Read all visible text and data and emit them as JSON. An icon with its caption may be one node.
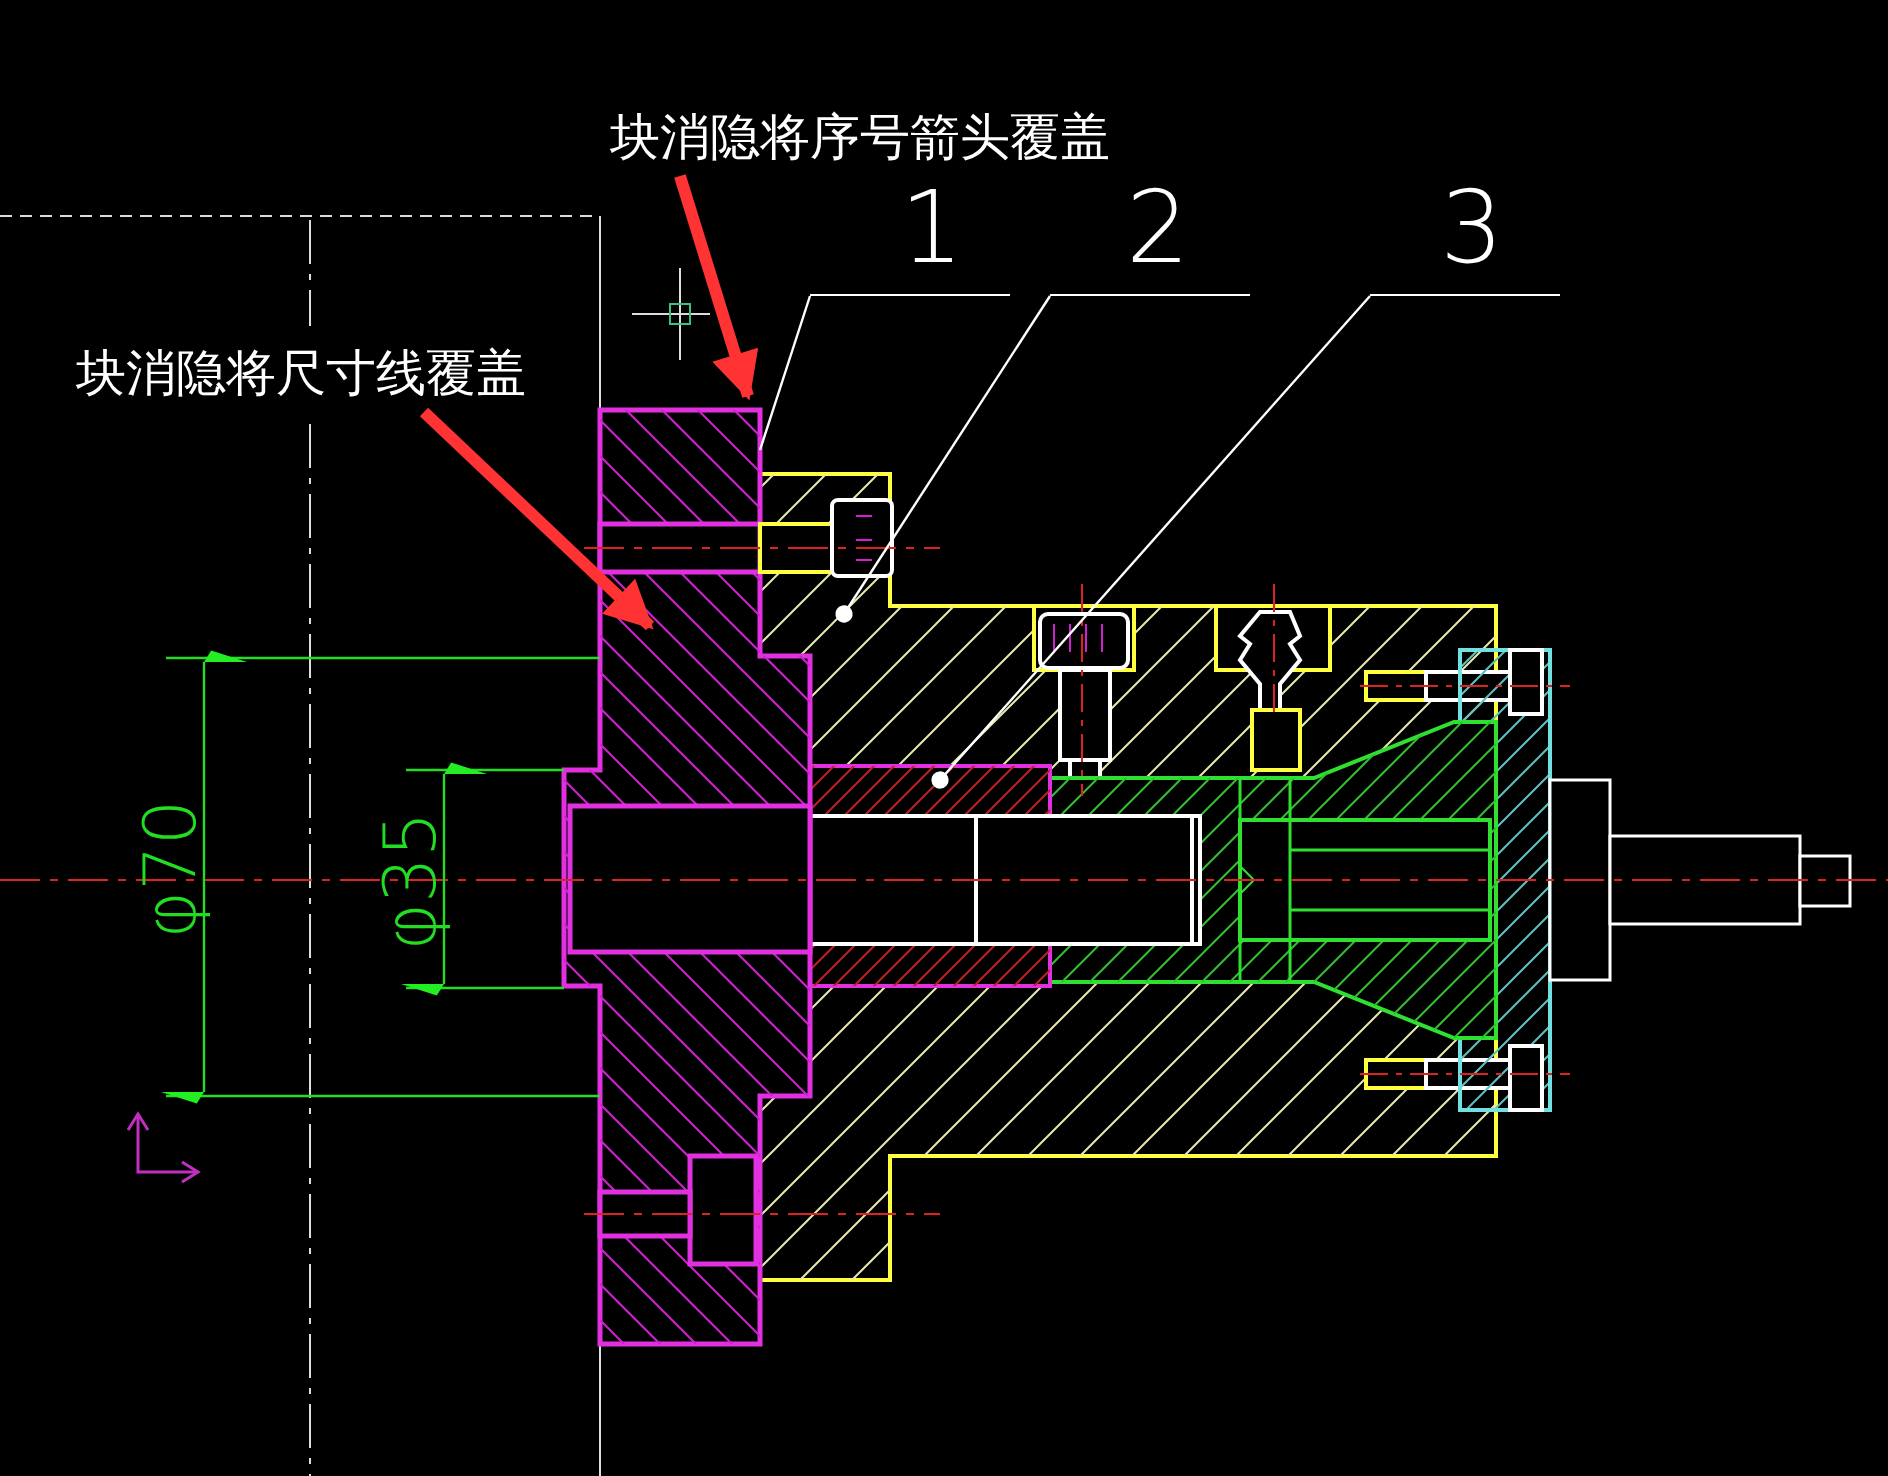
{
  "diagram": {
    "nodes": [
      {
        "text": [
          "块消隐将序号箭头覆盖"
        ]
      },
      {
        "text": [
          "块消隐将尺寸线覆盖"
        ]
      },
      {
        "text": [
          "1"
        ]
      },
      {
        "text": [
          "2"
        ]
      },
      {
        "text": [
          "3"
        ]
      }
    ],
    "edges": [
      {
        "from": 0,
        "to": null,
        "arrow": "to",
        "style": "thick",
        "color": "#ff3333"
      },
      {
        "from": 1,
        "to": null,
        "arrow": "to",
        "style": "thick",
        "color": "#ff3333"
      },
      {
        "from": 2,
        "to": null,
        "arrow": "none"
      },
      {
        "from": 3,
        "to": null,
        "arrow": "other"
      },
      {
        "from": 4,
        "to": null,
        "arrow": "other"
      }
    ],
    "labels": [
      "φ70",
      "φ35"
    ]
  }
}
